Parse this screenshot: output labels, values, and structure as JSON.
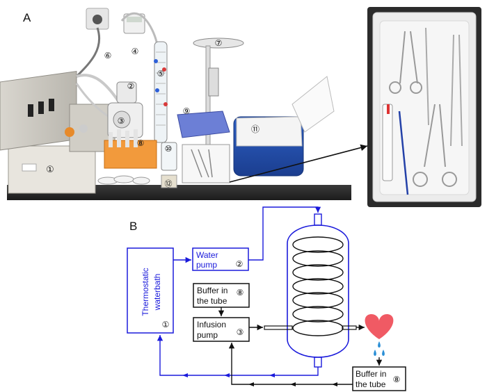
{
  "panel_a": {
    "label": "A",
    "callouts": [
      "①",
      "②",
      "③",
      "④",
      "⑤",
      "⑥",
      "⑦",
      "⑧",
      "⑨",
      "⑩",
      "⑪",
      "⑫"
    ]
  },
  "panel_b": {
    "label": "B",
    "waterbath": {
      "line1": "Thermostatic",
      "line2": "waterbath",
      "num": "①"
    },
    "water_pump": {
      "line1": "Water",
      "line2": "pump",
      "num": "②"
    },
    "buffer_top": {
      "line1": "Buffer in",
      "line2": "the tube",
      "num": "⑧"
    },
    "infusion_pump": {
      "line1": "Infusion",
      "line2": "pump",
      "num": "③"
    },
    "buffer_bottom": {
      "line1": "Buffer in",
      "line2": "the tube",
      "num": "⑧"
    }
  },
  "colors": {
    "blue_loop": "#1a1adb",
    "black_loop": "#111111",
    "heart": "#f05a64",
    "drops": "#2b8fd6"
  }
}
